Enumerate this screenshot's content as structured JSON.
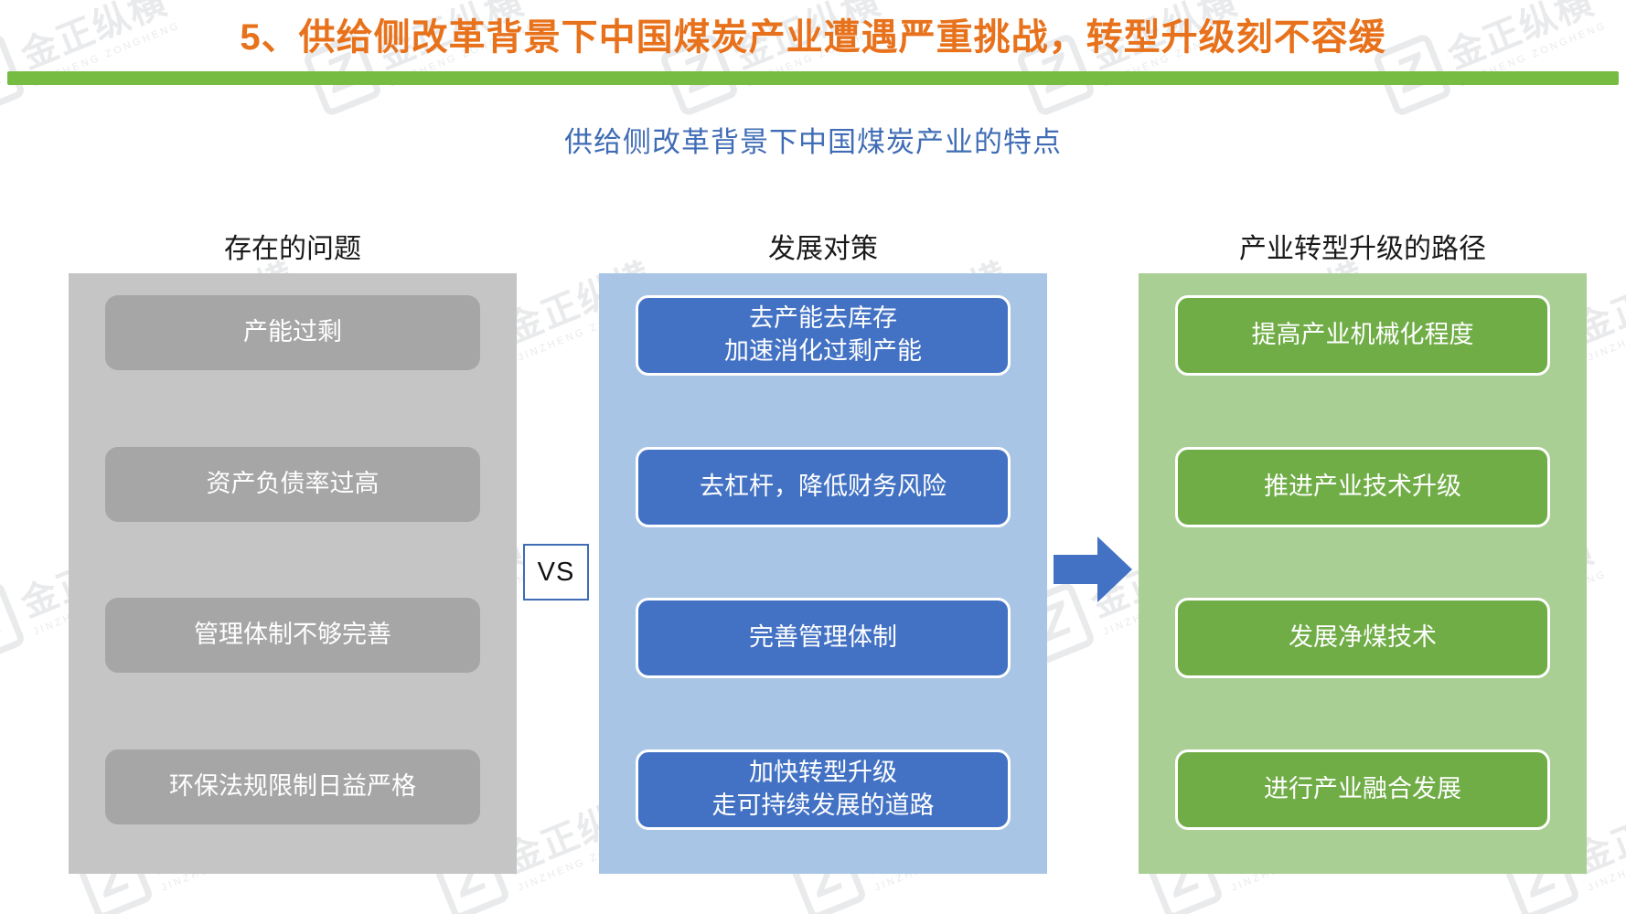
{
  "slide": {
    "title": "5、供给侧改革背景下中国煤炭产业遭遇严重挑战，转型升级刻不容缓",
    "subtitle": "供给侧改革背景下中国煤炭产业的特点",
    "title_color": "#E8721C",
    "rule_color": "#76BC43",
    "subtitle_color": "#3F6CB5"
  },
  "watermark": {
    "logo": "Z",
    "text": "金正纵横",
    "sub": "JINZHENG ZONGHENG"
  },
  "vs_badge": {
    "label": "VS"
  },
  "arrow": {
    "name": "right-arrow",
    "color": "#4372C4"
  },
  "columns": [
    {
      "id": "problems",
      "header": "存在的问题",
      "panel_color": "#C5C5C5",
      "chip_color": "#A6A6A6",
      "items": [
        {
          "lines": [
            "产能过剩"
          ]
        },
        {
          "lines": [
            "资产负债率过高"
          ]
        },
        {
          "lines": [
            "管理体制不够完善"
          ]
        },
        {
          "lines": [
            "环保法规限制日益严格"
          ]
        }
      ]
    },
    {
      "id": "measures",
      "header": "发展对策",
      "panel_color": "#A8C5E6",
      "chip_color": "#4372C4",
      "items": [
        {
          "lines": [
            "去产能去库存",
            "加速消化过剩产能"
          ]
        },
        {
          "lines": [
            "去杠杆，降低财务风险"
          ]
        },
        {
          "lines": [
            "完善管理体制"
          ]
        },
        {
          "lines": [
            "加快转型升级",
            "走可持续发展的道路"
          ]
        }
      ]
    },
    {
      "id": "paths",
      "header": "产业转型升级的路径",
      "panel_color": "#A9CF94",
      "chip_color": "#70AD47",
      "items": [
        {
          "lines": [
            "提高产业机械化程度"
          ]
        },
        {
          "lines": [
            "推进产业技术升级"
          ]
        },
        {
          "lines": [
            "发展净煤技术"
          ]
        },
        {
          "lines": [
            "进行产业融合发展"
          ]
        }
      ]
    }
  ]
}
